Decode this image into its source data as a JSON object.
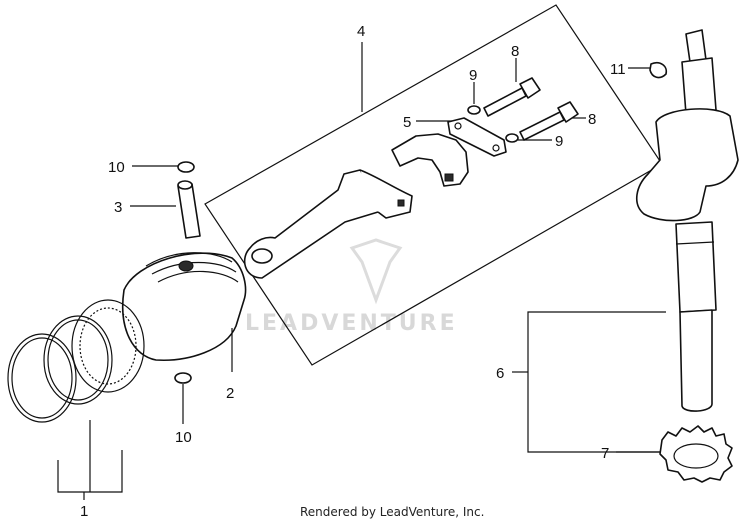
{
  "diagram": {
    "callouts": {
      "c1": "1",
      "c2": "2",
      "c3": "3",
      "c4": "4",
      "c5": "5",
      "c6": "6",
      "c7": "7",
      "c8a": "8",
      "c8b": "8",
      "c9a": "9",
      "c9b": "9",
      "c10a": "10",
      "c10b": "10",
      "c11": "11"
    },
    "watermark": "LEADVENTURE",
    "footer": "Rendered by LeadVenture, Inc."
  }
}
